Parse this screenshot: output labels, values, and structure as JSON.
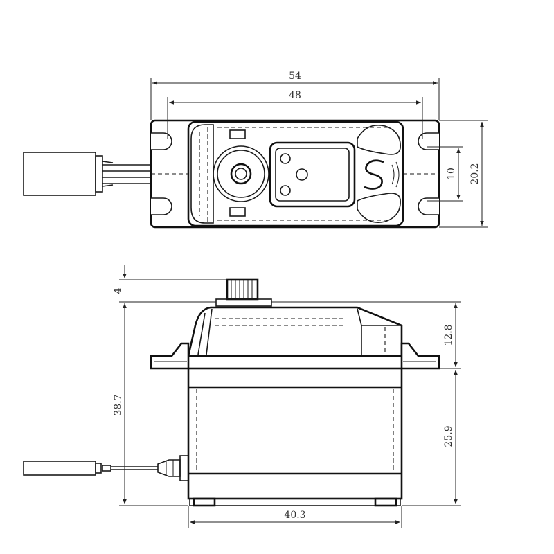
{
  "dimensions": {
    "overall_length": "54",
    "mount_hole_spacing": "48",
    "hole_slot_spacing": "10",
    "body_width": "20.2",
    "spline_height": "4",
    "overall_height": "38.7",
    "upper_height": "12.8",
    "lower_height": "25.9",
    "body_length": "40.3"
  }
}
